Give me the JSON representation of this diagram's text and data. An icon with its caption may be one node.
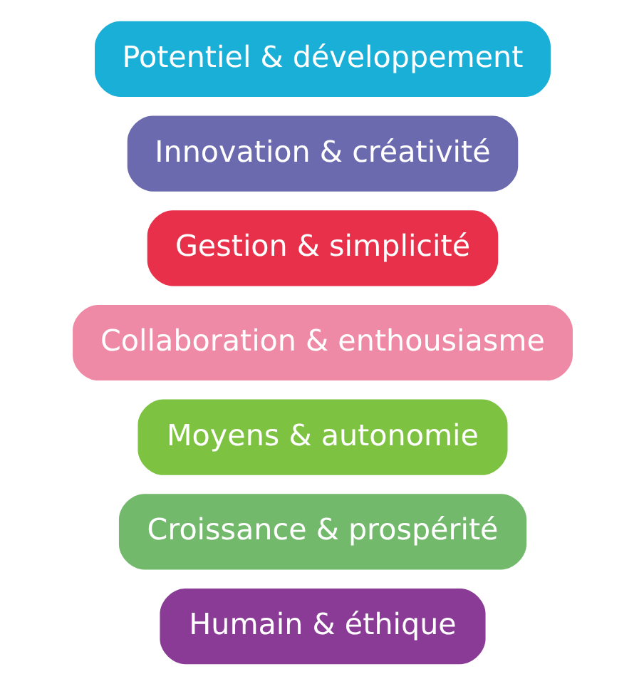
{
  "diagram": {
    "nodes": [
      {
        "text": [
          "Potentiel & développement"
        ]
      },
      {
        "text": [
          "Innovation & créativité"
        ]
      },
      {
        "text": [
          "Gestion & simplicité"
        ]
      },
      {
        "text": [
          "Collaboration & enthousiasme"
        ]
      },
      {
        "text": [
          "Moyens & autonomie"
        ]
      },
      {
        "text": [
          "Croissance & prospérité"
        ]
      },
      {
        "text": [
          "Humain & éthique"
        ]
      }
    ],
    "edges": []
  }
}
